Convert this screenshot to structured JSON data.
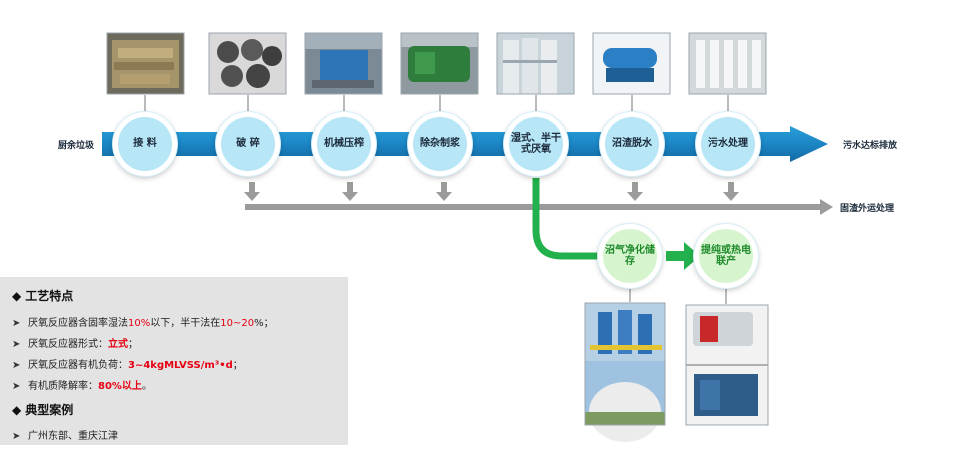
{
  "process": {
    "input_label": "厨余垃圾",
    "output_label": "污水达标排放",
    "residue_label": "固渣外运处理",
    "steps": [
      {
        "label": "接 料",
        "photo": "garbage-pit-photo"
      },
      {
        "label": "破 碎",
        "photo": "shredder-photo"
      },
      {
        "label": "机械压榨",
        "photo": "press-machine-photo"
      },
      {
        "label": "除杂制浆",
        "photo": "pulper-photo"
      },
      {
        "label": "湿式、半干式厌氧",
        "photo": "anaerobic-tank-photo"
      },
      {
        "label": "沼渣脱水",
        "photo": "centrifuge-photo"
      },
      {
        "label": "污水处理",
        "photo": "water-treatment-photo"
      }
    ],
    "biogas_steps": [
      {
        "label": "沼气净化储存",
        "photo": "gas-holder-photo"
      },
      {
        "label": "提纯或热电联产",
        "photo": "boiler-generator-photo"
      }
    ]
  },
  "features": {
    "title": "工艺特点",
    "items": [
      {
        "parts": [
          {
            "t": "厌氧反应器含固率湿法",
            "s": ""
          },
          {
            "t": "10%",
            "s": "red"
          },
          {
            "t": "以下，半干法在",
            "s": ""
          },
          {
            "t": "10~20",
            "s": "red"
          },
          {
            "t": "%；",
            "s": ""
          }
        ]
      },
      {
        "parts": [
          {
            "t": "厌氧反应器形式：",
            "s": ""
          },
          {
            "t": "立式",
            "s": "redb"
          },
          {
            "t": "；",
            "s": ""
          }
        ]
      },
      {
        "parts": [
          {
            "t": "厌氧反应器有机负荷：",
            "s": ""
          },
          {
            "t": "3~4kgMLVSS/m³•d",
            "s": "redb"
          },
          {
            "t": "；",
            "s": ""
          }
        ]
      },
      {
        "parts": [
          {
            "t": "有机质降解率：",
            "s": ""
          },
          {
            "t": "80%以上",
            "s": "redb"
          },
          {
            "t": "。",
            "s": ""
          }
        ]
      }
    ]
  },
  "cases": {
    "title": "典型案例",
    "items": [
      {
        "parts": [
          {
            "t": "广州东部、重庆江津",
            "s": ""
          }
        ]
      }
    ]
  },
  "colors": {
    "main_arrow": "#1f8fcc",
    "gray_arrow": "#9b9b9b",
    "green_arrow": "#22b14c",
    "node_fill": "#b7e6f7",
    "highlight": "#e60012"
  }
}
